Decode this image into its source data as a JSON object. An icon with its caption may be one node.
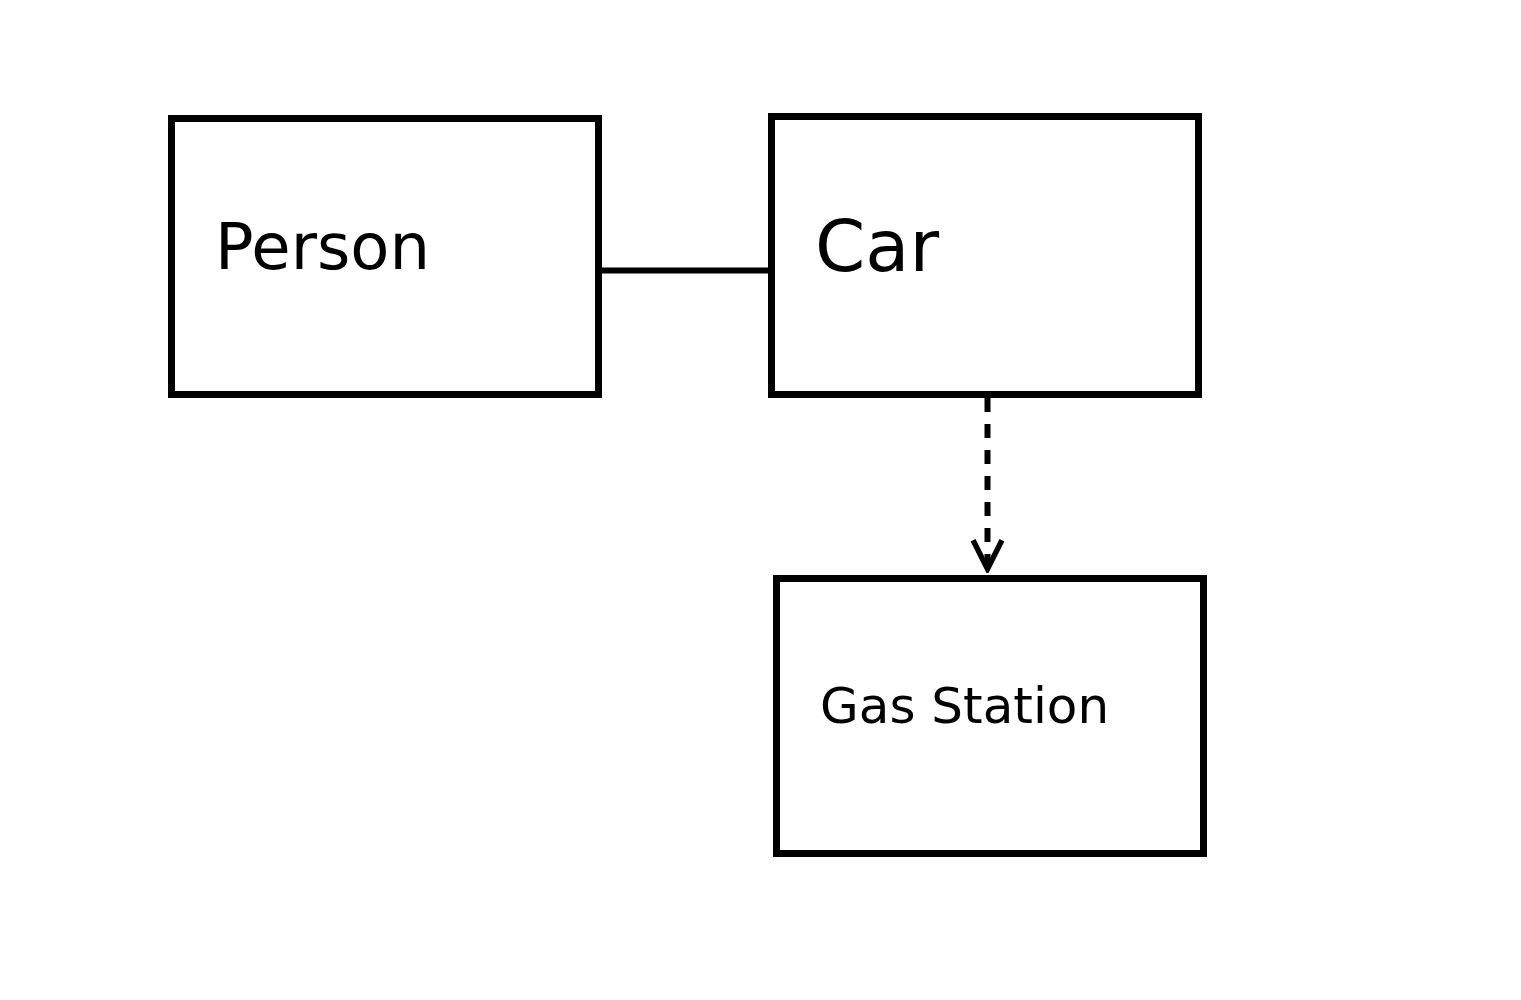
{
  "diagram": {
    "nodes": [
      {
        "text": [
          "Person"
        ]
      },
      {
        "text": [
          "Car"
        ]
      },
      {
        "text": [
          "Gas Station"
        ]
      }
    ],
    "edges": [
      {
        "from": 0,
        "to": 1,
        "arrow": "none"
      },
      {
        "from": 1,
        "to": 2,
        "arrow": "to",
        "style": "dashed"
      }
    ]
  }
}
